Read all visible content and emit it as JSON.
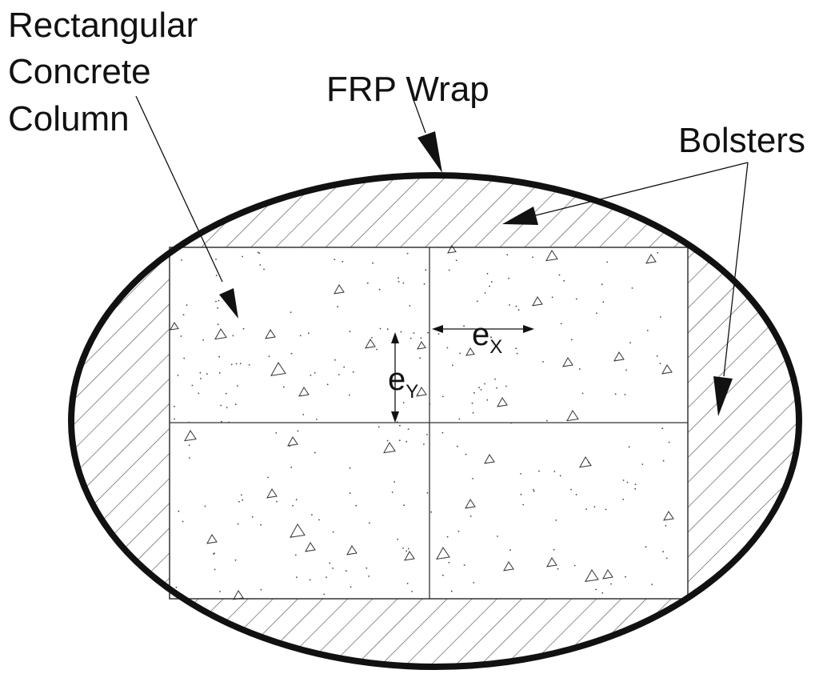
{
  "labels": {
    "column_line1": "Rectangular",
    "column_line2": "Concrete",
    "column_line3": "Column",
    "wrap": "FRP Wrap",
    "bolsters": "Bolsters",
    "ex_main": "e",
    "ex_sub": "X",
    "ey_main": "e",
    "ey_sub": "Y"
  },
  "colors": {
    "ink": "#111111",
    "background": "#ffffff",
    "hatch": "#555555"
  }
}
